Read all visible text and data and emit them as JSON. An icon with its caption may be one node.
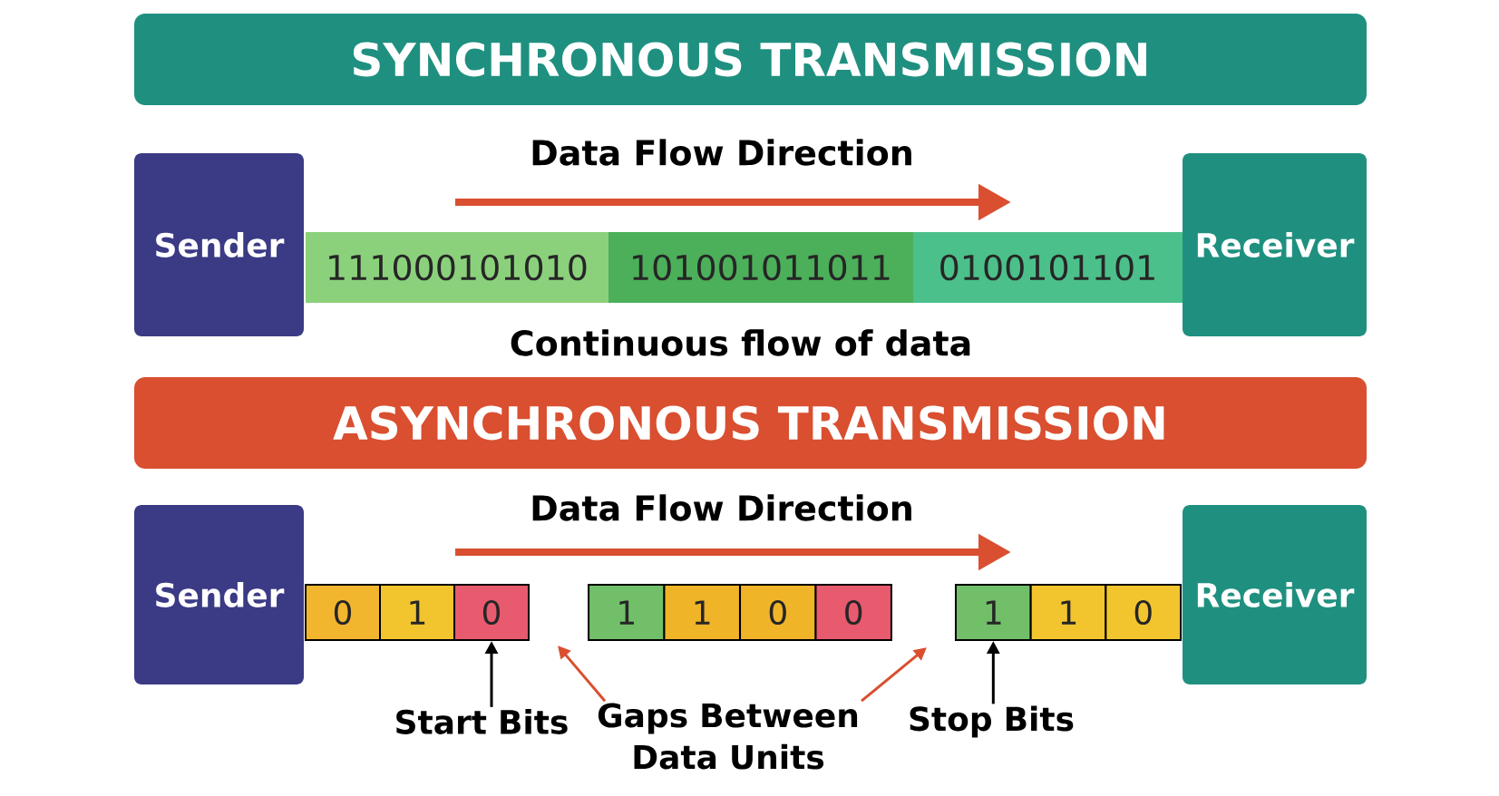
{
  "diagram": {
    "nodes": [
      {
        "text": [
          "SYNCHRONOUS TRANSMISSION"
        ]
      },
      {
        "text": [
          "Sender"
        ]
      },
      {
        "text": [
          "111000101010"
        ]
      },
      {
        "text": [
          "101001011011"
        ]
      },
      {
        "text": [
          "0100101101"
        ]
      },
      {
        "text": [
          "Receiver"
        ]
      },
      {
        "text": [
          "ASYNCHRONOUS TRANSMISSION"
        ]
      },
      {
        "text": [
          "Sender"
        ]
      },
      {
        "text": [
          "0"
        ]
      },
      {
        "text": [
          "1"
        ]
      },
      {
        "text": [
          "0"
        ]
      },
      {
        "text": [
          "1"
        ]
      },
      {
        "text": [
          "1"
        ]
      },
      {
        "text": [
          "0"
        ]
      },
      {
        "text": [
          "0"
        ]
      },
      {
        "text": [
          "1"
        ]
      },
      {
        "text": [
          "1"
        ]
      },
      {
        "text": [
          "0"
        ]
      },
      {
        "text": [
          "Receiver"
        ]
      },
      {
        "text": [
          "Start Bits"
        ]
      },
      {
        "text": [
          "Gaps Between Data Units"
        ]
      },
      {
        "text": [
          "Stop Bits"
        ]
      }
    ],
    "edges": [
      {
        "from": 19,
        "to": 10,
        "arrow": "to"
      },
      {
        "from": 20,
        "to": null,
        "arrow": "to",
        "color": "#d94f30"
      },
      {
        "from": 20,
        "to": null,
        "arrow": "to",
        "color": "#d94f30"
      },
      {
        "from": 21,
        "to": 15,
        "arrow": "to"
      }
    ],
    "labels": [
      "Data Flow Direction",
      "Continuous flow of data",
      "Data Flow Direction"
    ]
  }
}
